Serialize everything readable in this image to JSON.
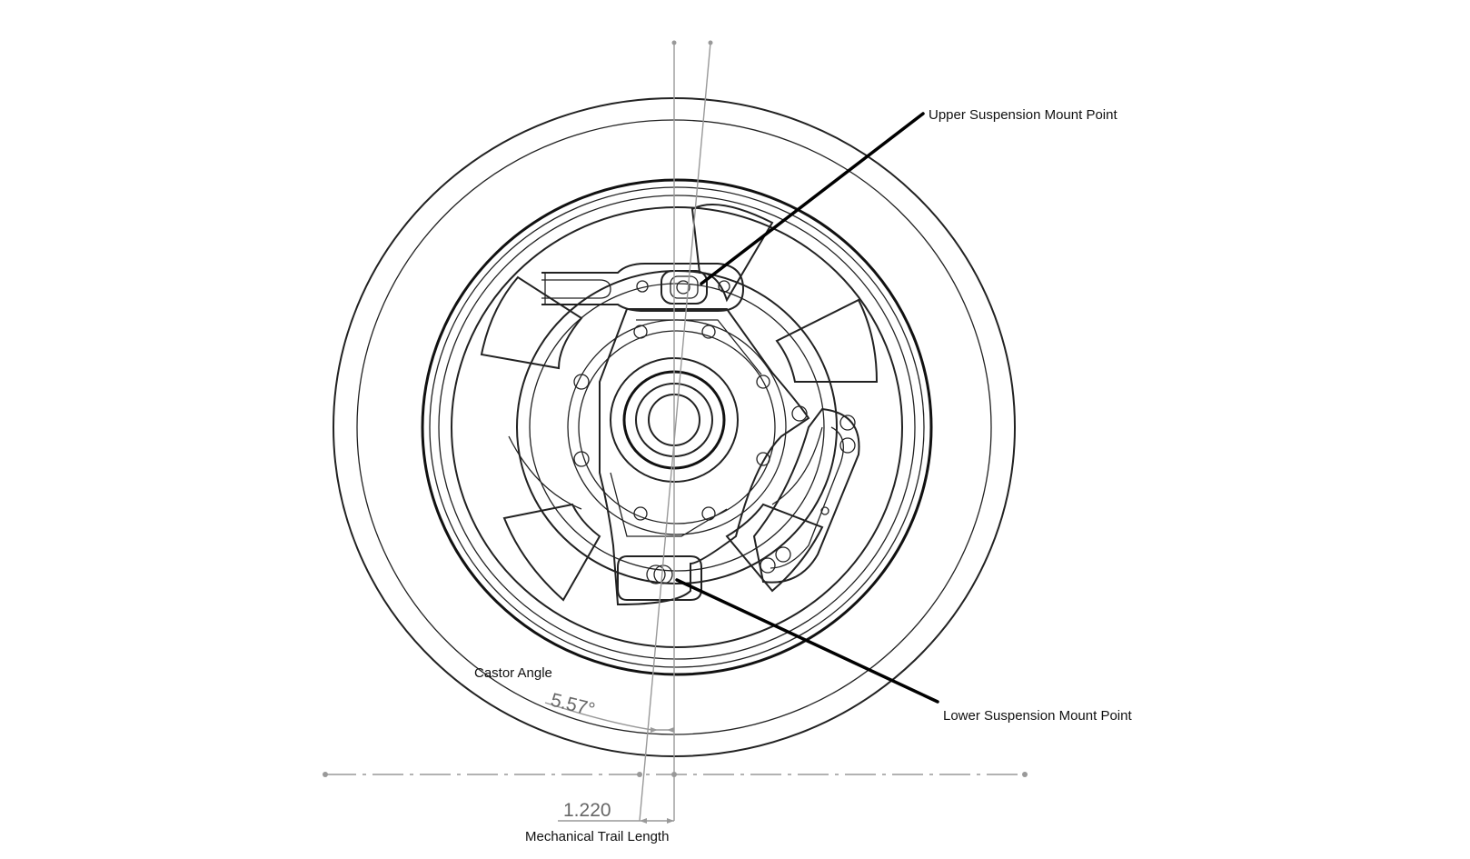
{
  "labels": {
    "upper_mount": "Upper Suspension Mount Point",
    "lower_mount": "Lower Suspension Mount Point",
    "castor_angle": "Castor Angle",
    "trail_length": "Mechanical Trail Length"
  },
  "dimensions": {
    "castor_angle_value": "5.57°",
    "trail_value": "1.220"
  },
  "colors": {
    "linework": "#222222",
    "construction_lines": "#999999",
    "leader_lines": "#000000",
    "dimension_text": "#666666"
  }
}
